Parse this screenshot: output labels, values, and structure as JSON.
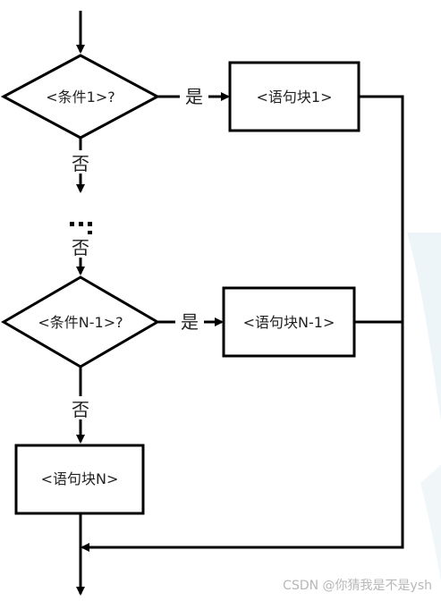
{
  "diagram": {
    "decision_1": "<条件1>?",
    "decision_n1": "<条件N-1>?",
    "block_1": "<语句块1>",
    "block_n1": "<语句块N-1>",
    "block_n": "<语句块N>",
    "yes_label": "是",
    "no_label": "否",
    "ellipsis": "⋮"
  },
  "watermark": "CSDN @你猜我是不是ysh",
  "colors": {
    "line": "#000000",
    "text": "#222222",
    "background": "#ffffff",
    "decoration": "#eef5f8"
  }
}
